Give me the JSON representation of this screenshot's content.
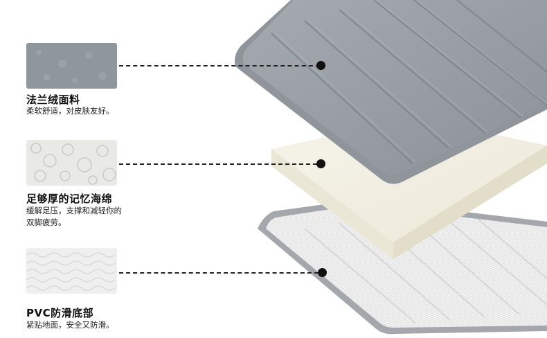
{
  "features": [
    {
      "title": "法兰绒面料",
      "desc_lines": [
        "柔软舒适，对皮肤友好。"
      ],
      "swatch_color": "#8f969c"
    },
    {
      "title": "足够厚的记忆海绵",
      "desc_lines": [
        "缓解足压，支撑和减轻你的",
        "双脚疲劳。"
      ],
      "swatch_color": "#e9e9e7"
    },
    {
      "title": "PVC防滑底部",
      "desc_lines": [
        "紧贴地面，安全又防滑。"
      ],
      "swatch_color": "#efefef"
    }
  ],
  "colors": {
    "flannel": "#9aa0a6",
    "flannel_dark": "#7c8288",
    "foam": "#f3f0e3",
    "foam_side": "#e3dfcd",
    "base_border": "#a2a6aa",
    "base": "#f3f3f3",
    "leader": "#222222"
  }
}
